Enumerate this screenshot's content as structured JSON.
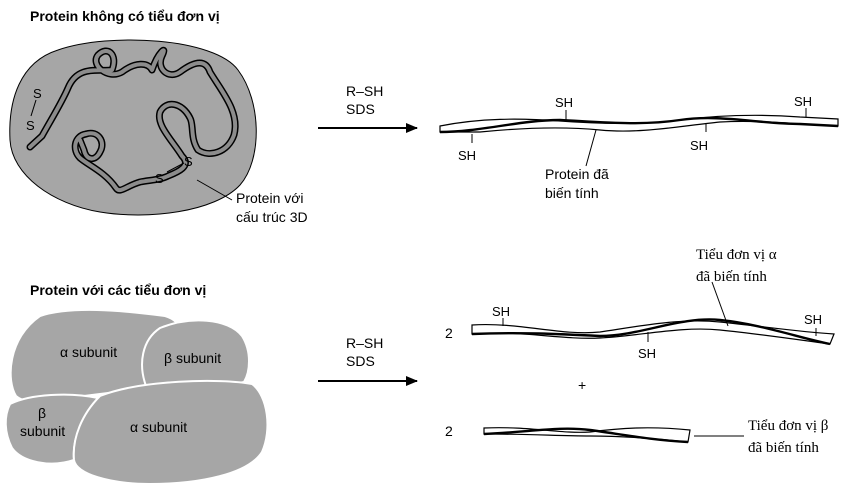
{
  "section1": {
    "title": "Protein không có tiểu đơn vị",
    "s_labels": [
      "S",
      "S",
      "S",
      "S"
    ],
    "callout": [
      "Protein với",
      "cấu trúc 3D"
    ],
    "reagents": [
      "R–SH",
      "SDS"
    ],
    "sh_labels": [
      "SH",
      "SH",
      "SH",
      "SH"
    ],
    "product_label": [
      "Protein đã",
      "biến tính"
    ]
  },
  "section2": {
    "title": "Protein với các tiểu đơn vị",
    "subunits": {
      "alpha_top": "α subunit",
      "beta_right": "β subunit",
      "beta_left": [
        "β",
        "subunit"
      ],
      "alpha_bottom": "α subunit"
    },
    "reagents": [
      "R–SH",
      "SDS"
    ],
    "coef_alpha": "2",
    "coef_beta": "2",
    "plus": "+",
    "sh_labels": [
      "SH",
      "SH",
      "SH"
    ],
    "alpha_label": [
      "Tiểu đơn vị α",
      "đã biến tính"
    ],
    "beta_label": [
      "Tiểu đơn vị β",
      "đã biến tính"
    ]
  },
  "colors": {
    "blob": "#a6a6a6",
    "ink": "#000000",
    "background": "#ffffff"
  }
}
